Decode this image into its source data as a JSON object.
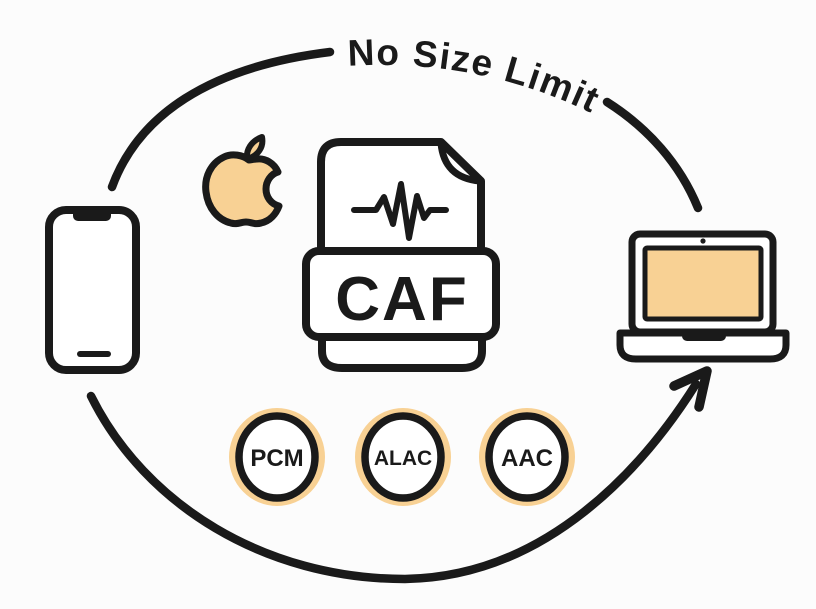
{
  "banner": {
    "text": "No Size Limit"
  },
  "file_badge": {
    "label": "CAF"
  },
  "codecs": [
    {
      "label": "PCM"
    },
    {
      "label": "ALAC"
    },
    {
      "label": "AAC"
    }
  ],
  "icons": {
    "apple_logo": "apple-logo-icon",
    "smartphone": "smartphone-icon",
    "laptop": "laptop-icon",
    "audio_file": "caf-file-icon",
    "waveform": "audio-waveform-icon",
    "cycle_arrow": "curved-arrow-icon"
  },
  "colors": {
    "ink": "#1a1a1a",
    "accent": "#F8D194",
    "surface": "#ffffff",
    "background": "#FCFCFC"
  }
}
